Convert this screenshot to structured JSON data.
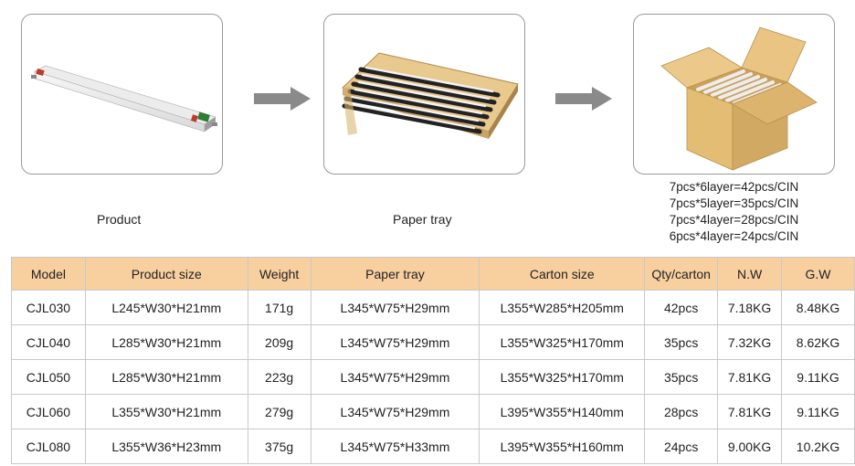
{
  "captions": {
    "product": "Product",
    "paper_tray": "Paper tray"
  },
  "carton_notes": [
    "7pcs*6layer=42pcs/CIN",
    "7pcs*5layer=35pcs/CIN",
    "7pcs*4layer=28pcs/CIN",
    "6pcs*4layer=24pcs/CIN"
  ],
  "table": {
    "headers": [
      "Model",
      "Product size",
      "Weight",
      "Paper tray",
      "Carton size",
      "Qty/carton",
      "N.W",
      "G.W"
    ],
    "rows": [
      [
        "CJL030",
        "L245*W30*H21mm",
        "171g",
        "L345*W75*H29mm",
        "L355*W285*H205mm",
        "42pcs",
        "7.18KG",
        "8.48KG"
      ],
      [
        "CJL040",
        "L285*W30*H21mm",
        "209g",
        "L345*W75*H29mm",
        "L355*W325*H170mm",
        "35pcs",
        "7.32KG",
        "8.62KG"
      ],
      [
        "CJL050",
        "L285*W30*H21mm",
        "223g",
        "L345*W75*H29mm",
        "L355*W325*H170mm",
        "35pcs",
        "7.81KG",
        "9.11KG"
      ],
      [
        "CJL060",
        "L355*W30*H21mm",
        "279g",
        "L345*W75*H29mm",
        "L395*W355*H140mm",
        "28pcs",
        "7.81KG",
        "9.11KG"
      ],
      [
        "CJL080",
        "L355*W36*H23mm",
        "375g",
        "L345*W75*H33mm",
        "L395*W355*H160mm",
        "24pcs",
        "9.00KG",
        "10.2KG"
      ]
    ]
  },
  "colors": {
    "header_bg": "#f8cf9f",
    "arrow": "#8a8a8a",
    "carton": "#e4bd74"
  }
}
